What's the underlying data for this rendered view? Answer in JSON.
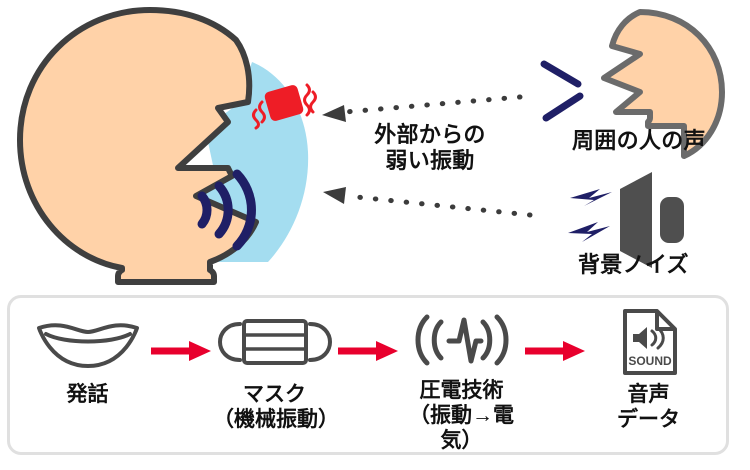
{
  "diagram": {
    "title": "Mask piezoelectric voice sensing diagram",
    "colors": {
      "skin": "#ffd2a8",
      "outline": "#3f3f3f",
      "mask_blue": "#a4ddf0",
      "sensor_red": "#ee1d26",
      "wave_navy": "#1f1f66",
      "noise_gray": "#4f4f4f",
      "arrow_red": "#e8002d",
      "panel_border": "#e0e0e0",
      "icon_gray": "#4a4a4a",
      "dotted_gray": "#3c3c3c"
    }
  },
  "scene": {
    "weak_vibration_label": "外部からの\n弱い振動",
    "surrounding_voice_label": "周囲の人の声",
    "background_noise_label": "背景ノイズ",
    "speaker_head_name": "speaking-person-head",
    "mask_name": "face-mask",
    "sensor_name": "piezoelectric-sensor",
    "sound_waves_name": "voice-sound-waves",
    "listener_head_name": "bystander-head",
    "noise_speaker_name": "noise-speaker-icon"
  },
  "flow": {
    "steps": [
      {
        "icon": "mouth-icon",
        "label": "発話"
      },
      {
        "icon": "mask-icon",
        "label": "マスク\n（機械振動）"
      },
      {
        "icon": "piezo-waveform-icon",
        "label": "圧電技術\n（振動→電気）"
      },
      {
        "icon": "sound-file-icon",
        "label": "音声\nデータ"
      }
    ],
    "arrows": [
      {
        "name": "flow-arrow-1"
      },
      {
        "name": "flow-arrow-2"
      },
      {
        "name": "flow-arrow-3"
      }
    ],
    "sound_file_badge": "SOUND"
  }
}
